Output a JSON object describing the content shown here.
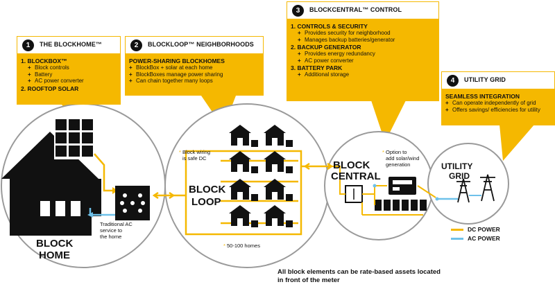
{
  "callouts": {
    "c1": {
      "num": "1",
      "title": "THE BLOCKHOME™",
      "h1": "1. BLOCKBOX™",
      "items1": [
        "Block controls",
        "Battery",
        "AC power converter"
      ],
      "h2": "2. ROOFTOP SOLAR"
    },
    "c2": {
      "num": "2",
      "title": "BLOCKLOOP™ NEIGHBORHOODS",
      "h1": "POWER-SHARING BLOCKHOMES",
      "items1": [
        "BlockBox + solar at each home",
        "BlockBoxes manage power sharing",
        "Can chain together many loops"
      ]
    },
    "c3": {
      "num": "3",
      "title": "BLOCKCENTRAL™ CONTROL",
      "h1": "1. CONTROLS & SECURITY",
      "items1": [
        "Provides security for neighborhood",
        "Manages backup batteries/generator"
      ],
      "h2": "2. BACKUP GENERATOR",
      "items2": [
        "Provides energy redundancy",
        "AC power converter"
      ],
      "h3": "3. BATTERY PARK",
      "items3": [
        "Additional storage"
      ]
    },
    "c4": {
      "num": "4",
      "title": "UTILITY GRID",
      "h1": "SEAMLESS INTEGRATION",
      "items1": [
        "Can operate independently of grid",
        "Offers savings/ efficiencies for utility"
      ]
    }
  },
  "labels": {
    "block_home_1": "BLOCK",
    "block_home_2": "HOME",
    "block_loop_1": "BLOCK",
    "block_loop_2": "LOOP",
    "block_central_1": "BLOCK",
    "block_central_2": "CENTRAL",
    "utility_grid_1": "UTILITY",
    "utility_grid_2": "GRID",
    "trad_ac_1": "Traditional AC",
    "trad_ac_2": "service to",
    "trad_ac_3": "the home",
    "wiring_1": "Block wiring",
    "wiring_2": "is safe DC",
    "option_1": "Option to",
    "option_2": "add solar/wind",
    "option_3": "generation",
    "homes_count": "50-100 homes"
  },
  "legend": {
    "dc": "DC POWER",
    "ac": "AC POWER",
    "dc_color": "#f5b800",
    "ac_color": "#6ec1ea"
  },
  "footer": {
    "line1": "All block elements can be rate-based assets located",
    "line2": "in front of the meter"
  },
  "colors": {
    "accent": "#f5b800",
    "ink": "#111111",
    "circle_border": "#999999"
  }
}
